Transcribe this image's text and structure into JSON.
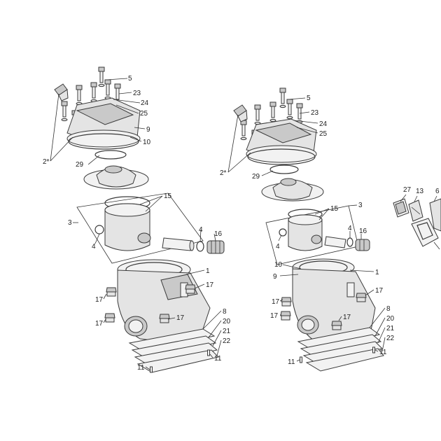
{
  "labels": {
    "left": {
      "n5": "5",
      "n23": "23",
      "n24": "24",
      "n25": "25",
      "n9": "9",
      "n10": "10",
      "n2s": "2*",
      "n29": "29",
      "n15": "15",
      "n3": "3",
      "n4a": "4",
      "n4b": "4",
      "n16": "16",
      "n1": "1",
      "n17a": "17",
      "n17b": "17",
      "n17c": "17",
      "n17d": "17",
      "n8": "8",
      "n20": "20",
      "n21": "21",
      "n22": "22",
      "n11a": "11",
      "n11b": "11"
    },
    "right": {
      "n5": "5",
      "n23": "23",
      "n24": "24",
      "n25": "25",
      "n2s": "2*",
      "n29": "29",
      "n15": "15",
      "n3": "3",
      "n4a": "4",
      "n4b": "4",
      "n16": "16",
      "n10": "10",
      "n9": "9",
      "n1": "1",
      "n17a": "17",
      "n17b": "17",
      "n17c": "17",
      "n17d": "17",
      "n8": "8",
      "n20": "20",
      "n21": "21",
      "n22": "22",
      "n11a": "11",
      "n11b": "11"
    },
    "far_right": {
      "n27": "27",
      "n13": "13",
      "n6": "6"
    }
  }
}
